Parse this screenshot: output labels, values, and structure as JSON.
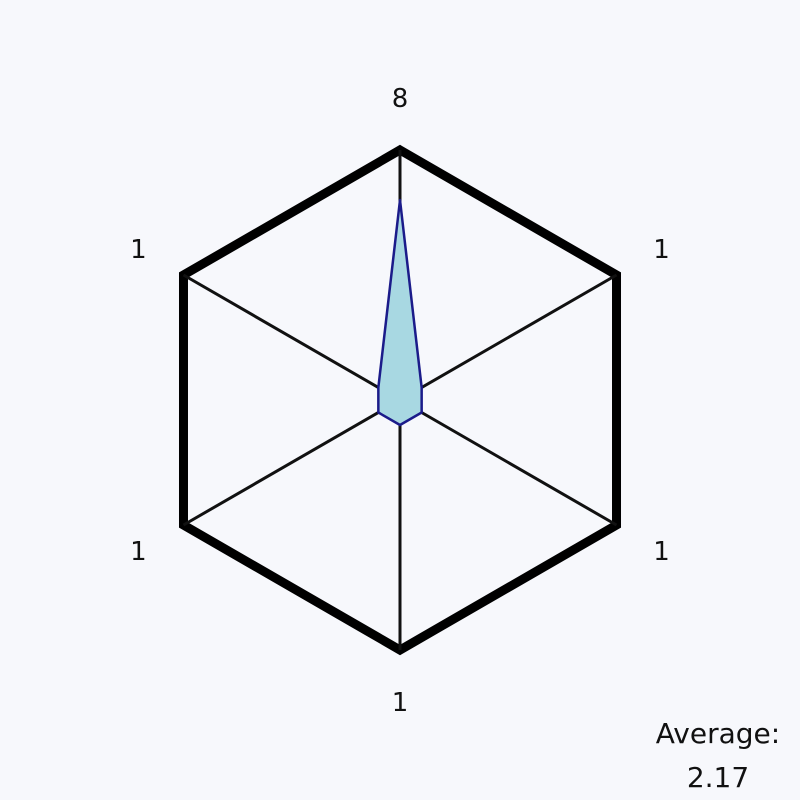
{
  "chart_data": {
    "type": "radar",
    "max_value": 10,
    "values": [
      8,
      1,
      1,
      1,
      1,
      1
    ],
    "labels": [
      "8",
      "1",
      "1",
      "1",
      "1",
      "1"
    ],
    "average_label": "Average:",
    "average_value": "2.17"
  },
  "colors": {
    "background": "#f7f8fc",
    "frame": "#000000",
    "spokes": "#111111",
    "fill": "#a8d8e2",
    "stroke": "#1b1b8a",
    "text": "#111111"
  }
}
